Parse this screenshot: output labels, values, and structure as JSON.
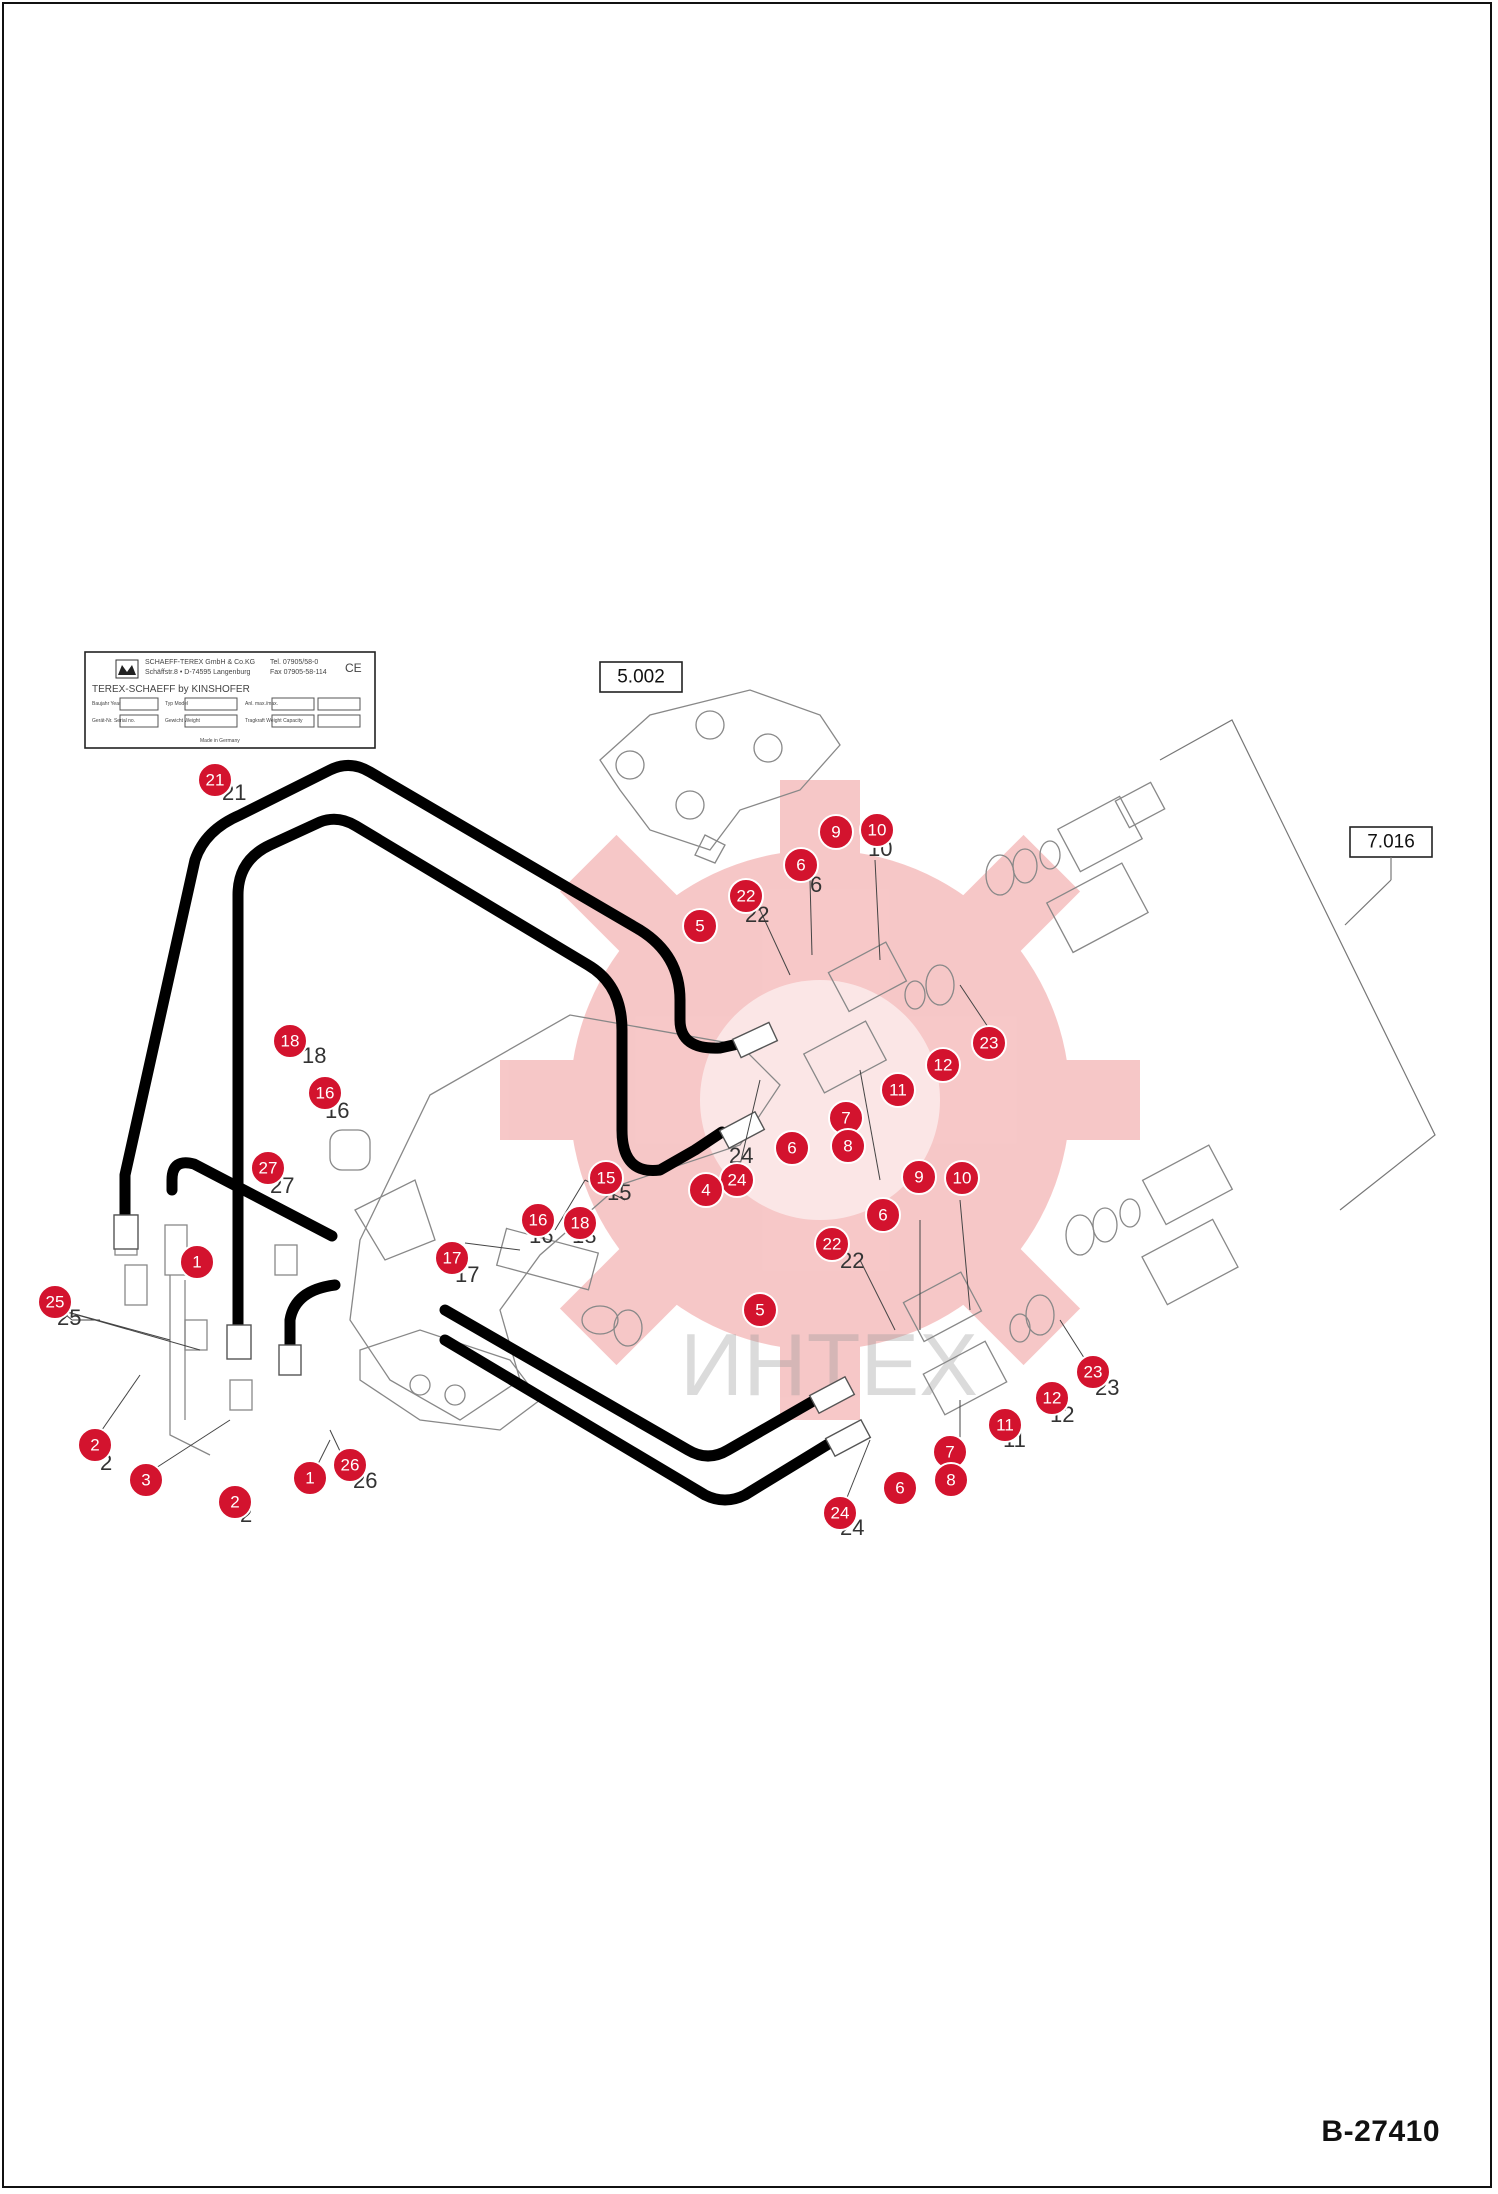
{
  "drawing_number": "B-27410",
  "reference_boxes": [
    "5.002",
    "7.016"
  ],
  "watermark_text": "ИНТЕХ",
  "plate": {
    "company_line1": "SCHAEFF-TEREX GmbH & Co.KG",
    "company_line2": "Schäffstr.8 • D-74595 Langenburg",
    "tel": "Tel. 07905/58-0",
    "fax": "Fax 07905-58-114",
    "brand": "TEREX-SCHAEFF by KINSHOFER",
    "made_in": "Made in Germany",
    "ce_mark": "CE",
    "fields_left": [
      "Baujahr Year",
      "Gerät-Nr. Serial no."
    ],
    "fields_mid": [
      "Typ Model",
      "Gewicht Weight"
    ],
    "fields_right": [
      "Anl. max./max.",
      "Tragkraft Weight Capacity"
    ]
  },
  "callouts": [
    {
      "id": "c21",
      "label": "21"
    },
    {
      "id": "c9a",
      "label": "9"
    },
    {
      "id": "c10a",
      "label": "10"
    },
    {
      "id": "c6a",
      "label": "6"
    },
    {
      "id": "c22a",
      "label": "22"
    },
    {
      "id": "c5a",
      "label": "5"
    },
    {
      "id": "c23a",
      "label": "23"
    },
    {
      "id": "c12a",
      "label": "12"
    },
    {
      "id": "c11a",
      "label": "11"
    },
    {
      "id": "c7a",
      "label": "7"
    },
    {
      "id": "c8a",
      "label": "8"
    },
    {
      "id": "c6b",
      "label": "6"
    },
    {
      "id": "c24a",
      "label": "24"
    },
    {
      "id": "c4",
      "label": "4"
    },
    {
      "id": "c18a",
      "label": "18"
    },
    {
      "id": "c16a",
      "label": "16"
    },
    {
      "id": "c27",
      "label": "27"
    },
    {
      "id": "c15",
      "label": "15"
    },
    {
      "id": "c16b",
      "label": "16"
    },
    {
      "id": "c18b",
      "label": "18"
    },
    {
      "id": "c17",
      "label": "17"
    },
    {
      "id": "c1a",
      "label": "1"
    },
    {
      "id": "c25",
      "label": "25"
    },
    {
      "id": "c2a",
      "label": "2"
    },
    {
      "id": "c3",
      "label": "3"
    },
    {
      "id": "c2b",
      "label": "2"
    },
    {
      "id": "c1b",
      "label": "1"
    },
    {
      "id": "c26",
      "label": "26"
    },
    {
      "id": "c9b",
      "label": "9"
    },
    {
      "id": "c10b",
      "label": "10"
    },
    {
      "id": "c6c",
      "label": "6"
    },
    {
      "id": "c22b",
      "label": "22"
    },
    {
      "id": "c5b",
      "label": "5"
    },
    {
      "id": "c23b",
      "label": "23"
    },
    {
      "id": "c12b",
      "label": "12"
    },
    {
      "id": "c11b",
      "label": "11"
    },
    {
      "id": "c7b",
      "label": "7"
    },
    {
      "id": "c8b",
      "label": "8"
    },
    {
      "id": "c6d",
      "label": "6"
    },
    {
      "id": "c24b",
      "label": "24"
    }
  ]
}
